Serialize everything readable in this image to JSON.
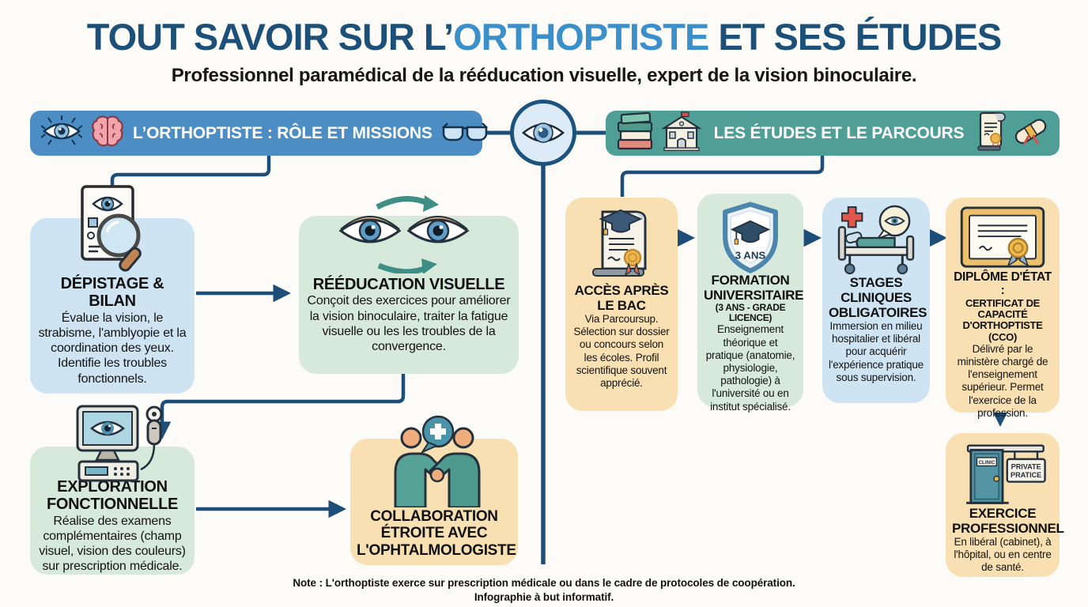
{
  "header": {
    "title_prefix": "TOUT SAVOIR SUR L’",
    "title_highlight": "ORTHOPTISTE",
    "title_suffix": " ET SES ÉTUDES",
    "subtitle": "Professionnel paramédical de la rééducation visuelle, expert de la vision binoculaire."
  },
  "branches": {
    "left": {
      "title": "L’ORTHOPTISTE : RÔLE ET MISSIONS"
    },
    "right": {
      "title": "LES ÉTUDES ET LE PARCOURS"
    }
  },
  "role_boxes": [
    {
      "title": "DÉPISTAGE & BILAN",
      "body": "Évalue la vision, le strabisme, l'amblyopie et la coordination des yeux. Identifie les troubles fonctionnels.",
      "icon": "document-eye-magnifier"
    },
    {
      "title": "RÉÉDUCATION VISUELLE",
      "body": "Conçoit des exercices pour améliorer la vision binoculaire, traiter la fatigue visuelle ou les les troubles de la convergence.",
      "icon": "eyes-cycle-arrows"
    },
    {
      "title": "EXPLORATION FONCTIONNELLE",
      "body": "Réalise des examens complémentaires (champ visuel, vision des couleurs) sur prescription médicale.",
      "icon": "monitor-eye-probe"
    },
    {
      "title": "COLLABORATION ÉTROITE AVEC L'OPHTALMOLOGISTE",
      "body": "",
      "icon": "handshake-medical"
    }
  ],
  "study_boxes": [
    {
      "title": "ACCÈS APRÈS LE BAC",
      "body": "Via Parcoursup. Sélection sur dossier ou concours selon les écoles. Profil scientifique souvent apprécié.",
      "icon": "scroll-graduation-cap"
    },
    {
      "title": "FORMATION UNIVERSITAIRE",
      "subtitle": "(3 ANS - GRADE LICENCE)",
      "badge": "3 ANS",
      "body": "Enseignement théorique et pratique (anatomie, physiologie, pathologie) à l'université ou en institut spécialisé.",
      "icon": "shield-graduation-cap"
    },
    {
      "title": "STAGES CLINIQUES OBLIGATOIRES",
      "body": "Immersion en milieu hospitalier et libéral pour acquérir l'expérience pratique sous supervision.",
      "icon": "hospital-bed-eye"
    },
    {
      "title": "DIPLÔME D'ÉTAT :",
      "subtitle": "CERTIFICAT DE CAPACITÉ D'ORTHOPTISTE (CCO)",
      "body": "Délivré par le ministère chargé de l'enseignement supérieur. Permet l'exercice de la profession.",
      "icon": "framed-certificate"
    },
    {
      "title": "EXERCICE PROFESSIONNEL",
      "body": "En libéral (cabinet), à l'hôpital, ou en centre de santé.",
      "door_label": "CLINIC",
      "sign_line1": "PRIVATE",
      "sign_line2": "PRATICE",
      "icon": "clinic-door-sign"
    }
  ],
  "footer": {
    "note": "Note : L'orthoptiste exerce sur prescription médicale ou dans le cadre de protocoles de coopération.",
    "disclaimer": "Infographie à but informatif."
  },
  "colors": {
    "accent_navy": "#1c4e79",
    "title_highlight": "#3b8fca",
    "banner_blue": "#4c8dc3",
    "banner_teal": "#4f9f96",
    "box_blue": "#cfe4f3",
    "box_green": "#d6e9db",
    "box_tan": "#f9e0b2",
    "arrow_teal": "#3e8e86"
  }
}
